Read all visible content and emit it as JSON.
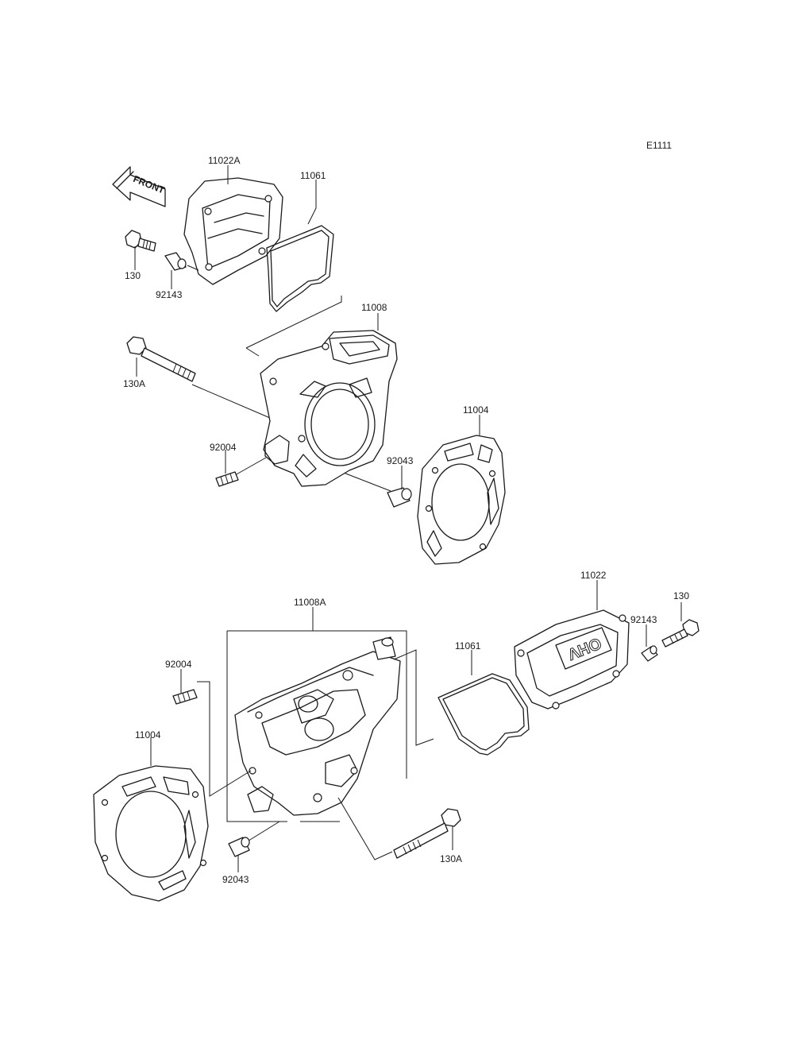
{
  "diagram_code": "E1111",
  "front_arrow_text": "FRONT",
  "cover_text": "OHV",
  "labels": {
    "upper": {
      "head_cover": "11022A",
      "cover_gasket": "11061",
      "bolt": "130",
      "dowel_pin": "92143",
      "cylinder_head": "11008",
      "head_bolt": "130A",
      "head_gasket": "11004",
      "stud": "92004",
      "knock_pin": "92043"
    },
    "lower": {
      "cylinder_head": "11008A",
      "head_cover": "11022",
      "bolt": "130",
      "dowel_pin": "92143",
      "cover_gasket": "11061",
      "stud": "92004",
      "head_gasket": "11004",
      "head_bolt": "130A",
      "knock_pin": "92043"
    }
  }
}
